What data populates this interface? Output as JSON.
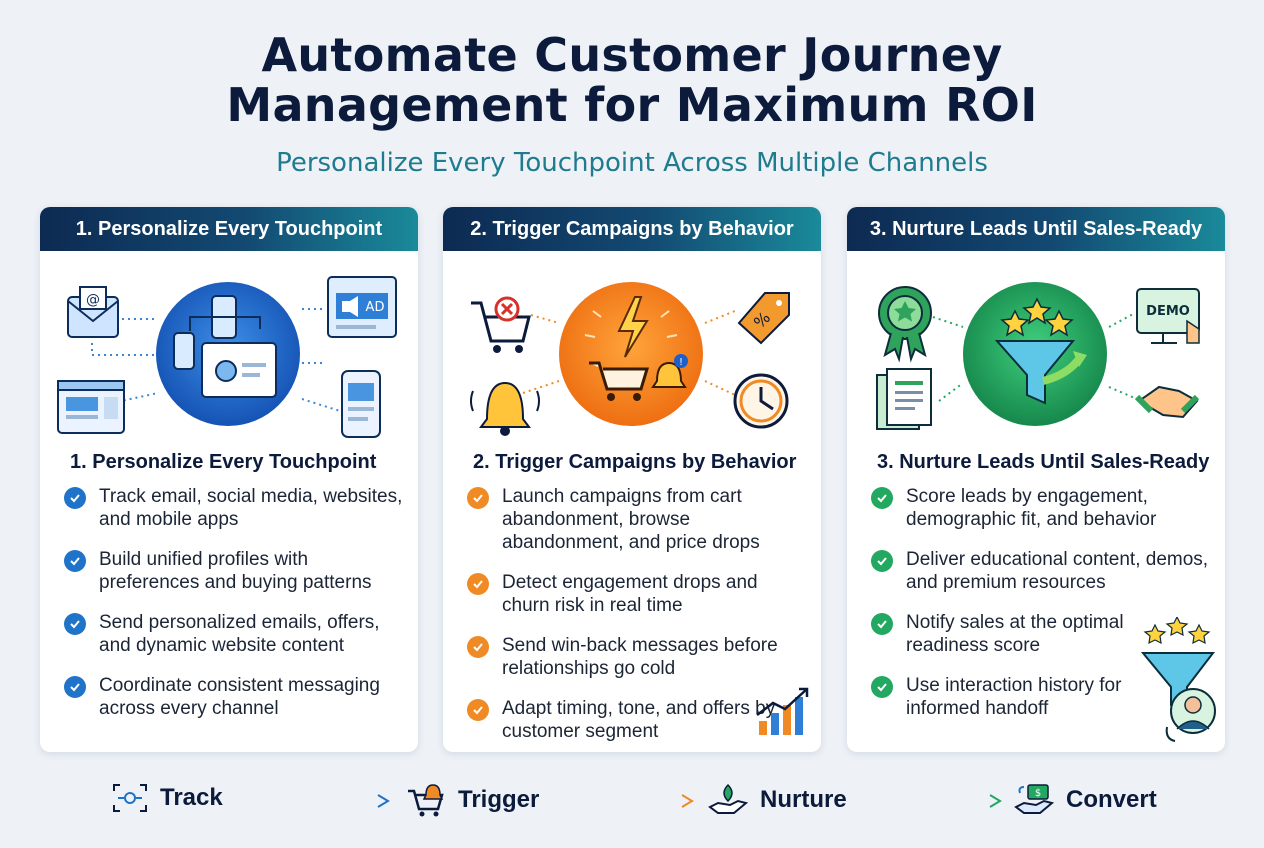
{
  "title_line1": "Automate Customer Journey",
  "title_line2": "Management for Maximum ROI",
  "subtitle": "Personalize Every Touchpoint Across Multiple Channels",
  "colors": {
    "blue": "#1f73c9",
    "orange": "#f08a24",
    "green": "#22a860",
    "navy": "#0c1a3b",
    "teal": "#1f7b8e"
  },
  "cards": [
    {
      "header": "1. Personalize Every Touchpoint",
      "heading": "1. Personalize Every Touchpoint",
      "items": [
        "Track email, social media, websites, and mobile apps",
        "Build unified profiles with preferences and buying patterns",
        "Send personalized emails, offers, and dynamic website content",
        "Coordinate consistent messaging across every channel"
      ],
      "icons": [
        "email-icon",
        "ad-banner-icon",
        "browser-icon",
        "smartphone-icon",
        "profile-hub-icon"
      ],
      "ad_label": "AD"
    },
    {
      "header": "2. Trigger Campaigns by Behavior",
      "heading": "2. Trigger Campaigns by Behavior",
      "items": [
        "Launch campaigns from cart abandonment, browse abandonment, and price drops",
        "Detect engagement drops and churn risk in real time",
        "Send win-back messages before relationships go cold",
        "Adapt timing, tone, and offers by customer segment"
      ],
      "icons": [
        "cart-remove-icon",
        "price-tag-icon",
        "bell-icon",
        "clock-icon",
        "lightning-cart-icon",
        "growth-chart-icon"
      ]
    },
    {
      "header": "3. Nurture Leads Until Sales-Ready",
      "heading": "3. Nurture Leads Until Sales-Ready",
      "items": [
        "Score leads by engagement, demographic fit, and behavior",
        "Deliver educational content, demos, and premium resources",
        "Notify sales at the optimal readiness score",
        "Use interaction history for informed handoff"
      ],
      "icons": [
        "award-badge-icon",
        "demo-screen-icon",
        "document-icon",
        "handshake-icon",
        "star-funnel-icon",
        "sales-rep-icon"
      ],
      "demo_label": "DEMO"
    }
  ],
  "flow": [
    {
      "label": "Track",
      "icon": "track-icon"
    },
    {
      "label": "Trigger",
      "icon": "cart-bell-icon"
    },
    {
      "label": "Nurture",
      "icon": "nurture-hand-icon"
    },
    {
      "label": "Convert",
      "icon": "convert-money-icon"
    }
  ]
}
